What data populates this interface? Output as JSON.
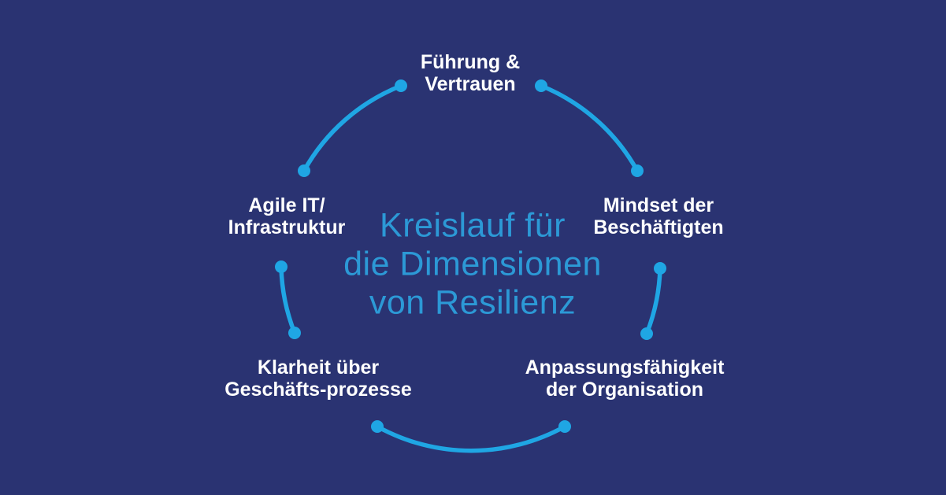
{
  "colors": {
    "background": "#2A3372",
    "arc": "#1FA6E4",
    "center_text": "#2C99D6",
    "label_text": "#FFFFFF"
  },
  "center_title": {
    "lines": [
      "Kreislauf für",
      "die Dimensionen",
      "von Resilienz"
    ]
  },
  "nodes": [
    {
      "id": "fuehrung-vertrauen",
      "lines": [
        "Führung &",
        "Vertrauen"
      ]
    },
    {
      "id": "mindset-der-beschaeftigten",
      "lines": [
        "Mindset der",
        "Beschäftigten"
      ]
    },
    {
      "id": "anpassungsfaehigkeit-organisation",
      "lines": [
        "Anpassungsfähigkeit",
        "der Organisation"
      ]
    },
    {
      "id": "klarheit-geschaeftsprozesse",
      "lines": [
        "Klarheit über",
        "Geschäfts-prozesse"
      ]
    },
    {
      "id": "agile-it-infrastruktur",
      "lines": [
        "Agile IT/",
        "Infrastruktur"
      ]
    }
  ]
}
